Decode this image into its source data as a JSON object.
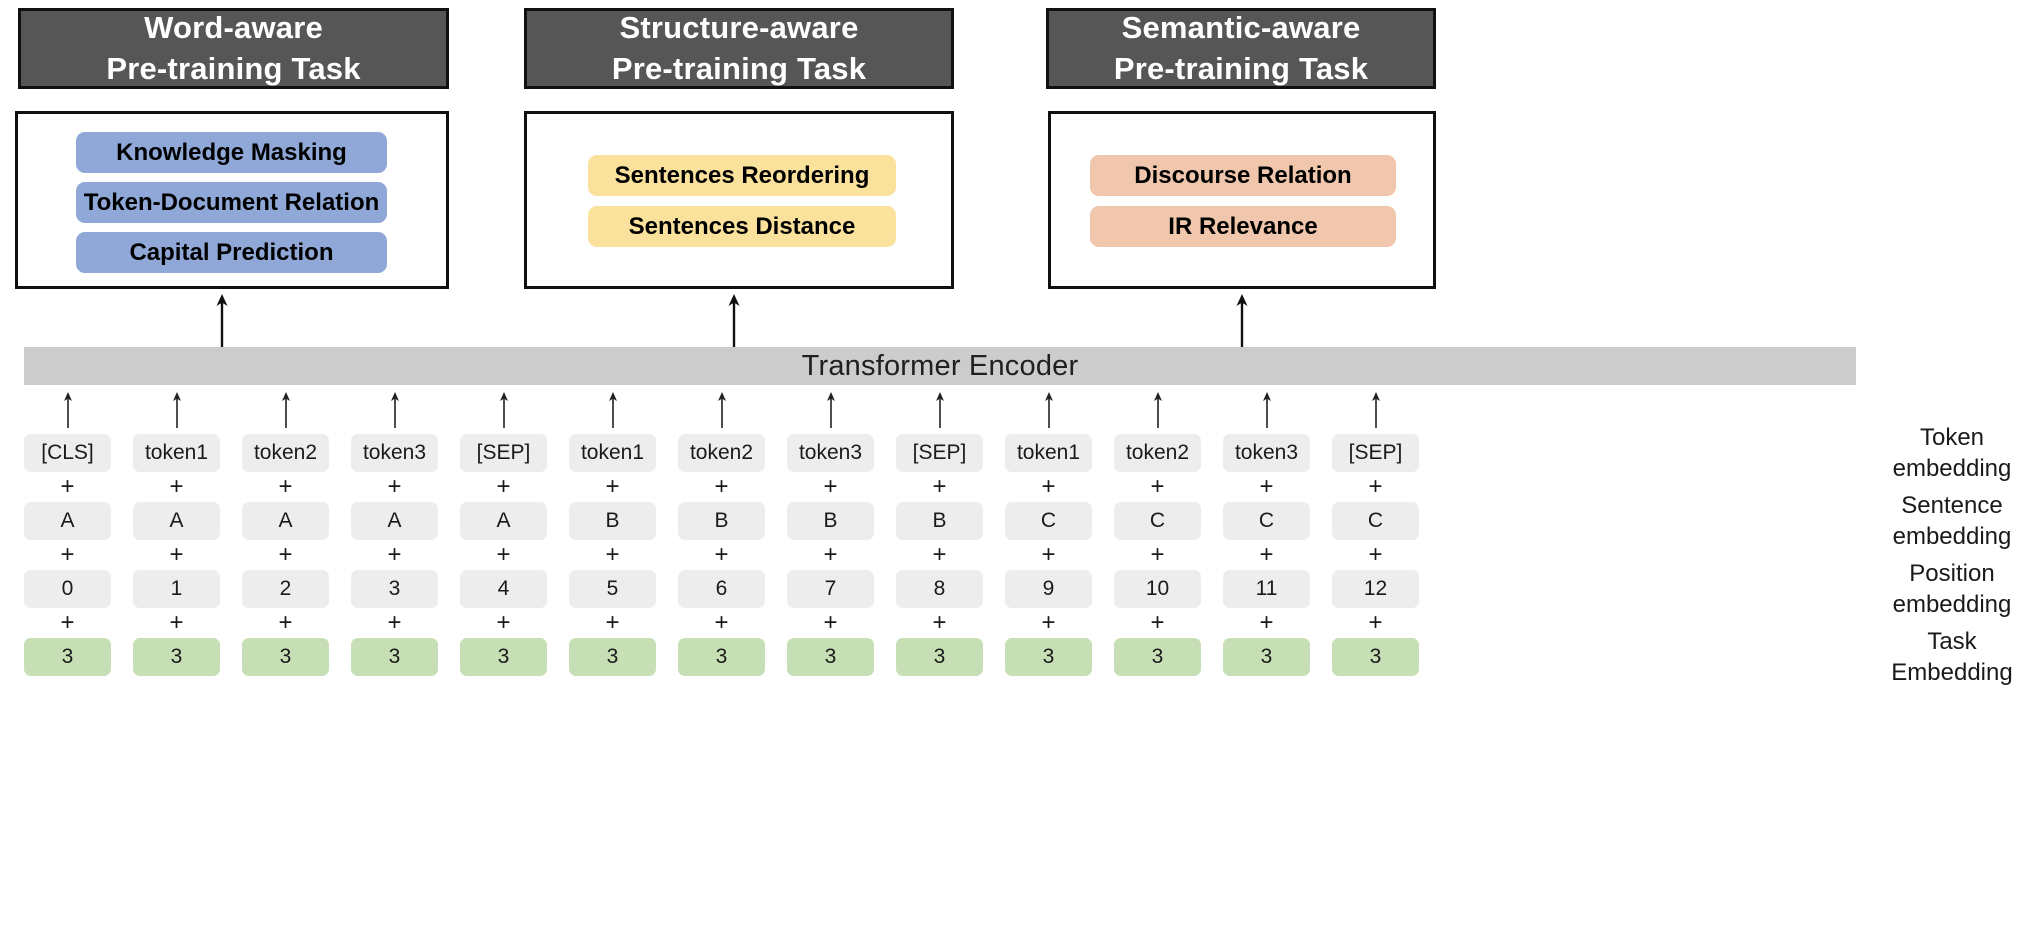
{
  "panels": [
    {
      "id": "word-aware",
      "title_line1": "Word-aware",
      "title_line2": "Pre-training Task",
      "color": "#8FA8D8",
      "tasks": [
        "Knowledge Masking",
        "Token-Document Relation",
        "Capital Prediction"
      ]
    },
    {
      "id": "structure-aware",
      "title_line1": "Structure-aware",
      "title_line2": "Pre-training Task",
      "color": "#FAE29C",
      "tasks": [
        "Sentences Reordering",
        "Sentences Distance"
      ]
    },
    {
      "id": "semantic-aware",
      "title_line1": "Semantic-aware",
      "title_line2": "Pre-training Task",
      "color": "#F0C7AC",
      "tasks": [
        "Discourse Relation",
        "IR Relevance"
      ]
    }
  ],
  "encoder": {
    "label": "Transformer Encoder",
    "color": "#CCCCCC"
  },
  "embedding_rows": [
    {
      "label_line1": "Token",
      "label_line2": "embedding",
      "name": "token-embedding",
      "color": "#EDEDED",
      "values": [
        "[CLS]",
        "token1",
        "token2",
        "token3",
        "[SEP]",
        "token1",
        "token2",
        "token3",
        "[SEP]",
        "token1",
        "token2",
        "token3",
        "[SEP]"
      ]
    },
    {
      "label_line1": "Sentence",
      "label_line2": "embedding",
      "name": "sentence-embedding",
      "color": "#EDEDED",
      "values": [
        "A",
        "A",
        "A",
        "A",
        "A",
        "B",
        "B",
        "B",
        "B",
        "C",
        "C",
        "C",
        "C"
      ]
    },
    {
      "label_line1": "Position",
      "label_line2": "embedding",
      "name": "position-embedding",
      "color": "#EDEDED",
      "values": [
        "0",
        "1",
        "2",
        "3",
        "4",
        "5",
        "6",
        "7",
        "8",
        "9",
        "10",
        "11",
        "12"
      ]
    },
    {
      "label_line1": "Task",
      "label_line2": "Embedding",
      "name": "task-embedding",
      "color": "#C7DFB4",
      "values": [
        "3",
        "3",
        "3",
        "3",
        "3",
        "3",
        "3",
        "3",
        "3",
        "3",
        "3",
        "3",
        "3"
      ]
    }
  ],
  "plus_symbol": "+",
  "column_count": 13,
  "arrow_icon": "up-arrow-icon"
}
